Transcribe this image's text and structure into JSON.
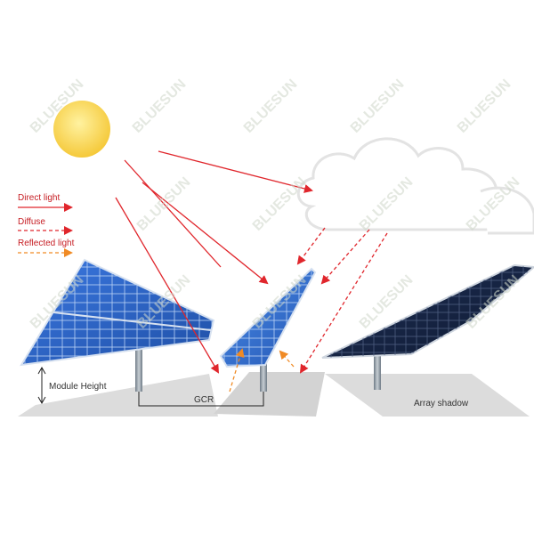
{
  "watermark": {
    "text": "BLUESUN",
    "color": "#c9d3c4"
  },
  "legend": {
    "direct": {
      "label": "Direct light",
      "color": "#e0262c",
      "style": "solid"
    },
    "diffuse": {
      "label": "Diffuse",
      "color": "#e0262c",
      "style": "dashed"
    },
    "reflected": {
      "label": "Reflected light",
      "color": "#f08a24",
      "style": "dashed"
    }
  },
  "labels": {
    "module_height": "Module Height",
    "gcr": "GCR",
    "array_shadow": "Array shadow"
  },
  "colors": {
    "sun": "#f8d64a",
    "panel_blue": "#2e63c8",
    "panel_dark": "#1e2f54",
    "ground_shadow": "#d9d9d9",
    "cloud": "#e9e9e9",
    "pole": "#8a96a0"
  }
}
